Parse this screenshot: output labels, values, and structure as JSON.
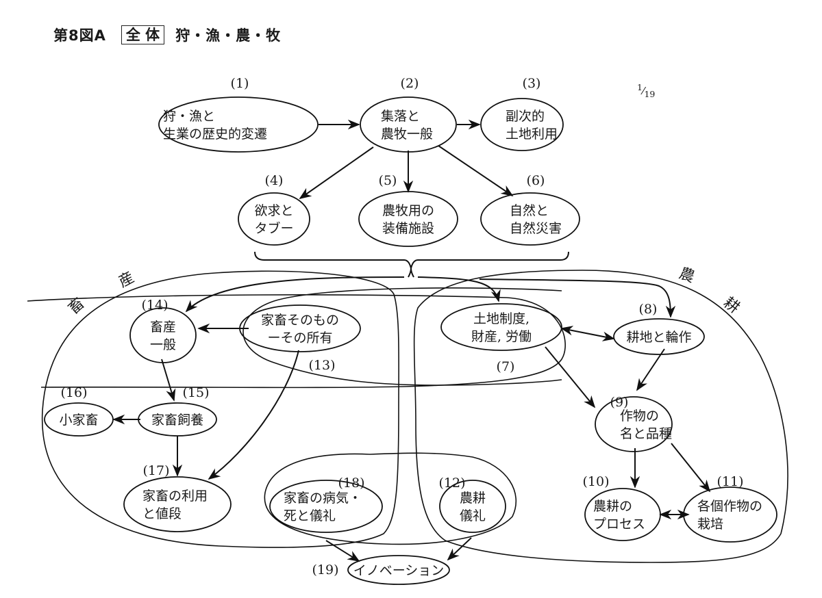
{
  "title": {
    "figure": "第8図A",
    "boxed": "全 体",
    "subject": "狩・漁・農・牧"
  },
  "page_indicator": {
    "numerator": "1",
    "denominator": "19"
  },
  "regions": {
    "livestock": {
      "chars": [
        "畜",
        "産"
      ]
    },
    "farming": {
      "chars": [
        "農",
        "耕"
      ]
    }
  },
  "nodes": [
    {
      "id": "1",
      "number": "(1)",
      "lines": [
        "狩・漁と",
        "生業の歴史的変遷"
      ]
    },
    {
      "id": "2",
      "number": "(2)",
      "lines": [
        "集落と",
        "農牧一般"
      ]
    },
    {
      "id": "3",
      "number": "(3)",
      "lines": [
        "副次的",
        "土地利用"
      ]
    },
    {
      "id": "4",
      "number": "(4)",
      "lines": [
        "欲求と",
        "タブー"
      ]
    },
    {
      "id": "5",
      "number": "(5)",
      "lines": [
        "農牧用の",
        "装備施設"
      ]
    },
    {
      "id": "6",
      "number": "(6)",
      "lines": [
        "自然と",
        "自然災害"
      ]
    },
    {
      "id": "7",
      "number": "(7)",
      "lines": [
        "土地制度,",
        "財産, 労働"
      ]
    },
    {
      "id": "8",
      "number": "(8)",
      "lines": [
        "耕地と輪作"
      ]
    },
    {
      "id": "9",
      "number": "(9)",
      "lines": [
        "作物の",
        "名と品種"
      ]
    },
    {
      "id": "10",
      "number": "(10)",
      "lines": [
        "農耕の",
        "プロセス"
      ]
    },
    {
      "id": "11",
      "number": "(11)",
      "lines": [
        "各個作物の",
        "栽培"
      ]
    },
    {
      "id": "12",
      "number": "(12)",
      "lines": [
        "農耕",
        "儀礼"
      ]
    },
    {
      "id": "13",
      "number": "(13)",
      "lines": [
        "家畜そのもの",
        "ーその所有"
      ]
    },
    {
      "id": "14",
      "number": "(14)",
      "lines": [
        "畜産",
        "一般"
      ]
    },
    {
      "id": "15",
      "number": "(15)",
      "lines": [
        "家畜飼養"
      ]
    },
    {
      "id": "16",
      "number": "(16)",
      "lines": [
        "小家畜"
      ]
    },
    {
      "id": "17",
      "number": "(17)",
      "lines": [
        "家畜の利用",
        "と値段"
      ]
    },
    {
      "id": "18",
      "number": "(18)",
      "lines": [
        "家畜の病気・",
        "死と儀礼"
      ]
    },
    {
      "id": "19",
      "number": "(19)",
      "lines": [
        "イノベーション"
      ]
    }
  ],
  "edges": [
    {
      "from": "1",
      "to": "2",
      "type": "directed"
    },
    {
      "from": "2",
      "to": "3",
      "type": "directed"
    },
    {
      "from": "2",
      "to": "4",
      "type": "directed"
    },
    {
      "from": "2",
      "to": "5",
      "type": "directed"
    },
    {
      "from": "2",
      "to": "6",
      "type": "directed"
    },
    {
      "from": "4-6",
      "to": "14",
      "type": "directed"
    },
    {
      "from": "4-6",
      "to": "7",
      "type": "directed"
    },
    {
      "from": "4-6",
      "to": "8",
      "type": "directed"
    },
    {
      "from": "13",
      "to": "14",
      "type": "directed"
    },
    {
      "from": "13",
      "to": "17",
      "type": "directed"
    },
    {
      "from": "14",
      "to": "15",
      "type": "directed"
    },
    {
      "from": "15",
      "to": "16",
      "type": "directed"
    },
    {
      "from": "15",
      "to": "17",
      "type": "directed"
    },
    {
      "from": "7",
      "to": "8",
      "type": "bidirectional"
    },
    {
      "from": "7",
      "to": "9",
      "type": "directed"
    },
    {
      "from": "8",
      "to": "9",
      "type": "directed"
    },
    {
      "from": "9",
      "to": "10",
      "type": "directed"
    },
    {
      "from": "9",
      "to": "11",
      "type": "directed"
    },
    {
      "from": "10",
      "to": "11",
      "type": "bidirectional"
    },
    {
      "from": "18",
      "to": "19",
      "type": "directed"
    },
    {
      "from": "12",
      "to": "19",
      "type": "directed"
    }
  ]
}
